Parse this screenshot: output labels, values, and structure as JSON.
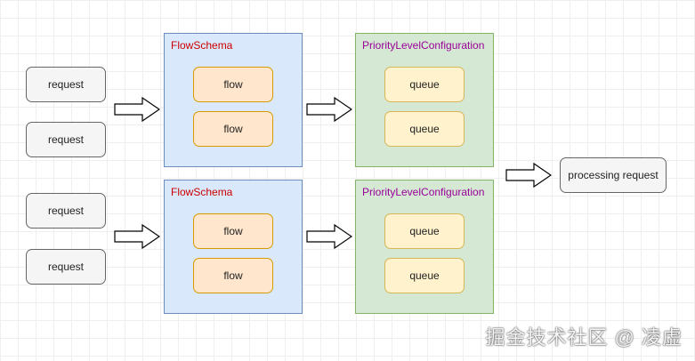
{
  "requests": [
    "request",
    "request",
    "request",
    "request"
  ],
  "flow_schemas": [
    {
      "title": "FlowSchema",
      "flows": [
        "flow",
        "flow"
      ]
    },
    {
      "title": "FlowSchema",
      "flows": [
        "flow",
        "flow"
      ]
    }
  ],
  "priority_levels": [
    {
      "title": "PriorityLevelConfiguration",
      "queues": [
        "queue",
        "queue"
      ]
    },
    {
      "title": "PriorityLevelConfiguration",
      "queues": [
        "queue",
        "queue"
      ]
    }
  ],
  "processing": "processing request",
  "watermark": "掘金技术社区 @ 凌虚",
  "colors": {
    "request_fill": "#f5f5f5",
    "flowschema_fill": "#dae8fc",
    "flowschema_border": "#6c8ebf",
    "flowschema_title": "#cc0000",
    "priority_fill": "#d5e8d4",
    "priority_border": "#82b366",
    "priority_title": "#990099",
    "flow_fill": "#ffe6cc",
    "flow_border": "#d79b00",
    "queue_fill": "#fff2cc",
    "queue_border": "#d6b656"
  }
}
